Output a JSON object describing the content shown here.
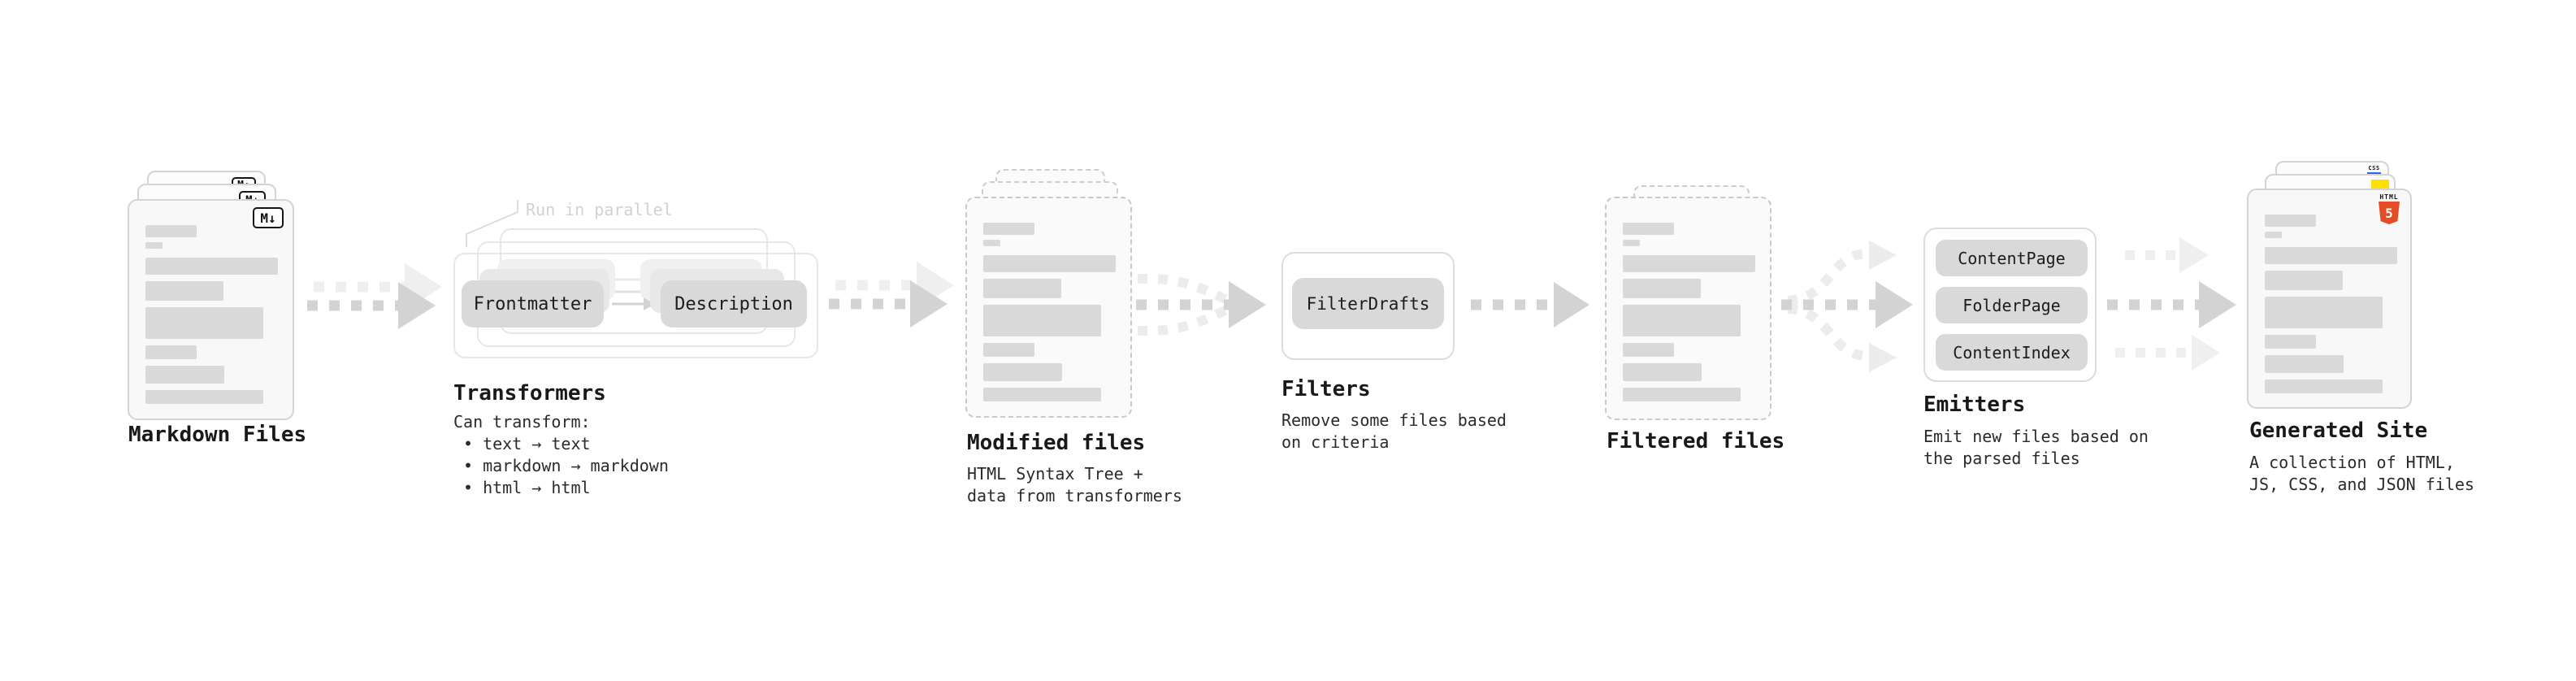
{
  "stages": {
    "markdown": {
      "label": "Markdown Files",
      "badge": "M↓"
    },
    "transformers": {
      "heading": "Transformers",
      "note": "Run in parallel",
      "left_pill": "Frontmatter",
      "right_pill": "Description",
      "desc_title": "Can transform:",
      "bullets": [
        "• text → text",
        "• markdown → markdown",
        "• html → html"
      ]
    },
    "modified": {
      "heading": "Modified files",
      "desc": [
        "HTML Syntax Tree +",
        "data from transformers"
      ]
    },
    "filters": {
      "heading": "Filters",
      "pill": "FilterDrafts",
      "desc": [
        "Remove some files based",
        "on criteria"
      ]
    },
    "filtered": {
      "heading": "Filtered files"
    },
    "emitters": {
      "heading": "Emitters",
      "pills": [
        "ContentPage",
        "FolderPage",
        "ContentIndex"
      ],
      "desc": [
        "Emit new files based on",
        "the parsed files"
      ]
    },
    "generated": {
      "heading": "Generated Site",
      "desc": [
        "A collection of HTML,",
        "JS, CSS, and JSON files"
      ],
      "badges": {
        "html_label": "HTML",
        "html_number": "5",
        "css": "CSS"
      }
    }
  },
  "doc_bars": [
    {
      "w": 63,
      "h": 15,
      "t": 0
    },
    {
      "w": 21,
      "h": 8,
      "t": 6
    },
    {
      "w": 163,
      "h": 21,
      "t": 11
    },
    {
      "w": 96,
      "h": 24,
      "t": 8
    },
    {
      "w": 145,
      "h": 39,
      "t": 8
    },
    {
      "w": 63,
      "h": 17,
      "t": 8
    },
    {
      "w": 97,
      "h": 22,
      "t": 8
    },
    {
      "w": 145,
      "h": 17,
      "t": 8
    }
  ],
  "colors": {
    "arrow_dark": "#d3d3d3",
    "arrow_light": "#efefef",
    "bar": "#d9d9d9",
    "html5_orange": "#e44d26",
    "js_yellow": "#ffdf00",
    "css_blue": "#2b66f6"
  }
}
